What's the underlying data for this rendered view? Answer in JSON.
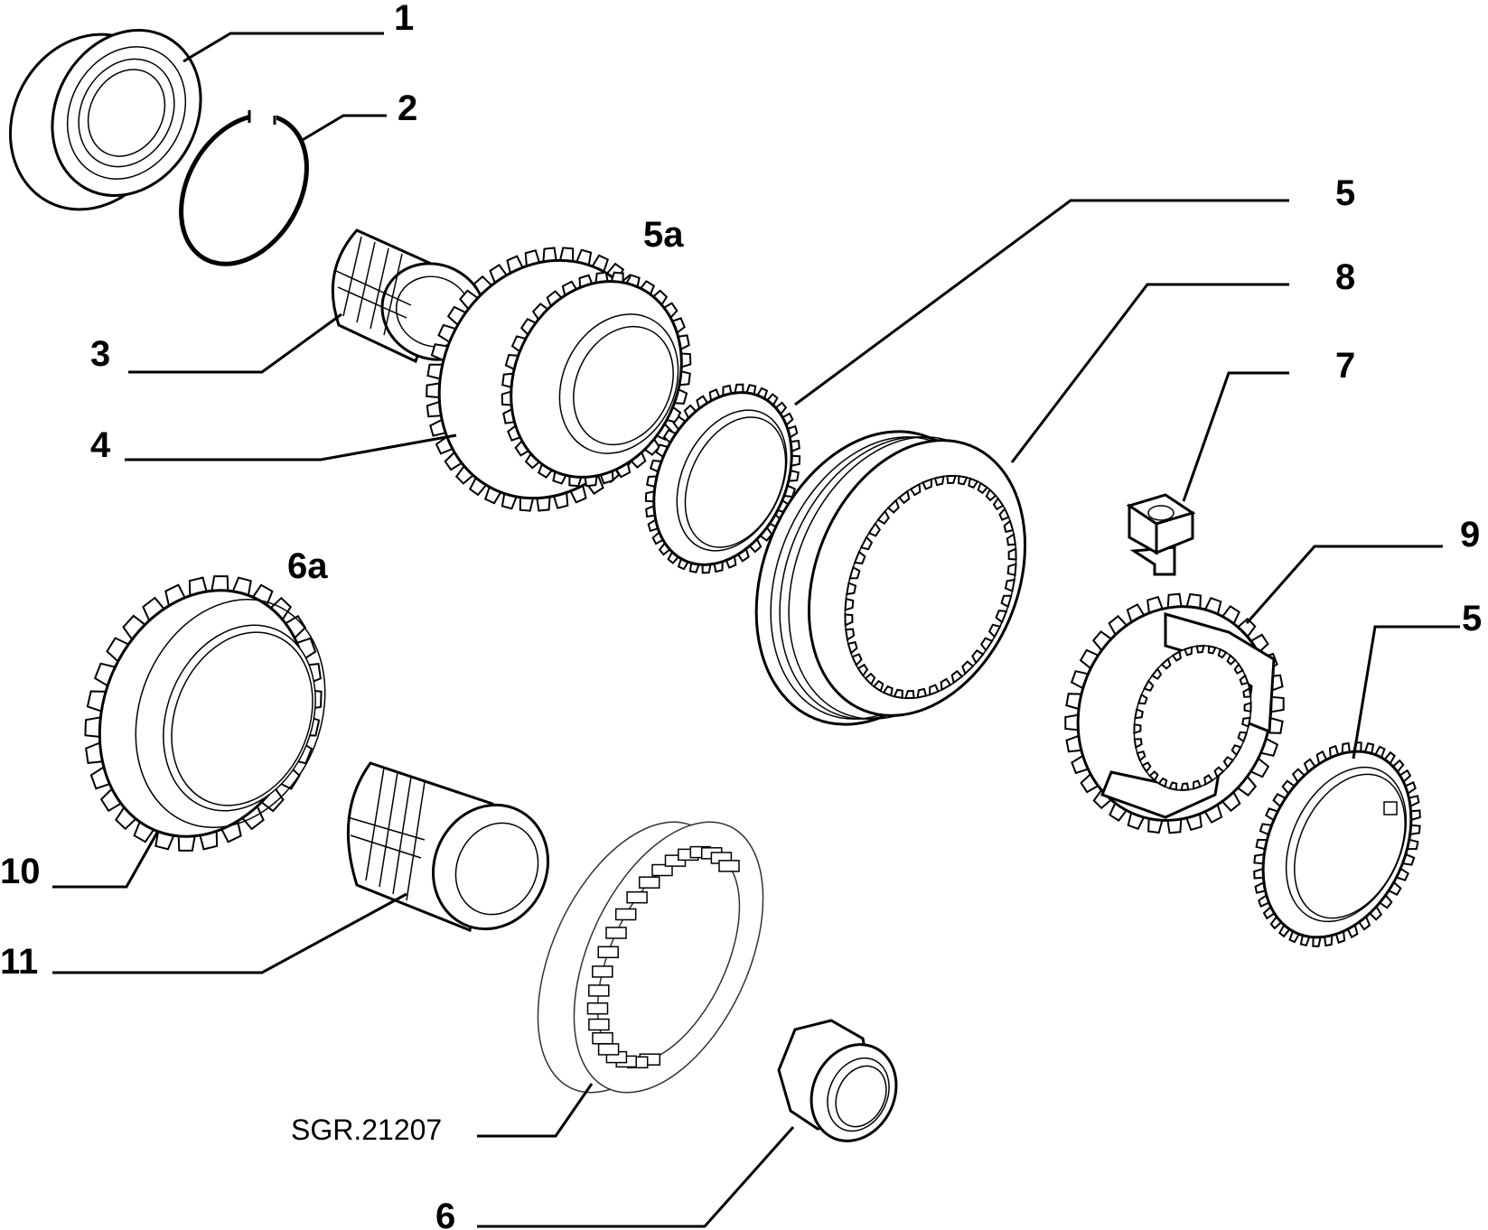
{
  "diagram_code": "SGR.21207",
  "callouts": {
    "c1": "1",
    "c2": "2",
    "c3": "3",
    "c4": "4",
    "c5a": "5a",
    "c5_top": "5",
    "c8": "8",
    "c7": "7",
    "c9": "9",
    "c5_right": "5",
    "c6a": "6a",
    "c10": "10",
    "c11": "11",
    "c6": "6"
  },
  "parts": [
    {
      "id": "1",
      "icon": "ball-bearing-icon"
    },
    {
      "id": "2",
      "icon": "snap-ring-icon"
    },
    {
      "id": "3",
      "icon": "needle-bearing-icon"
    },
    {
      "id": "4",
      "icon": "gear-icon"
    },
    {
      "id": "5",
      "icon": "synchronizer-ring-icon"
    },
    {
      "id": "6",
      "icon": "nut-icon"
    },
    {
      "id": "7",
      "icon": "detent-block-icon"
    },
    {
      "id": "8",
      "icon": "sliding-sleeve-icon"
    },
    {
      "id": "9",
      "icon": "synchronizer-hub-icon"
    },
    {
      "id": "10",
      "icon": "gear-icon"
    },
    {
      "id": "11",
      "icon": "needle-bearing-icon"
    },
    {
      "id": "SGR.21207",
      "icon": "roller-bearing-icon"
    }
  ]
}
